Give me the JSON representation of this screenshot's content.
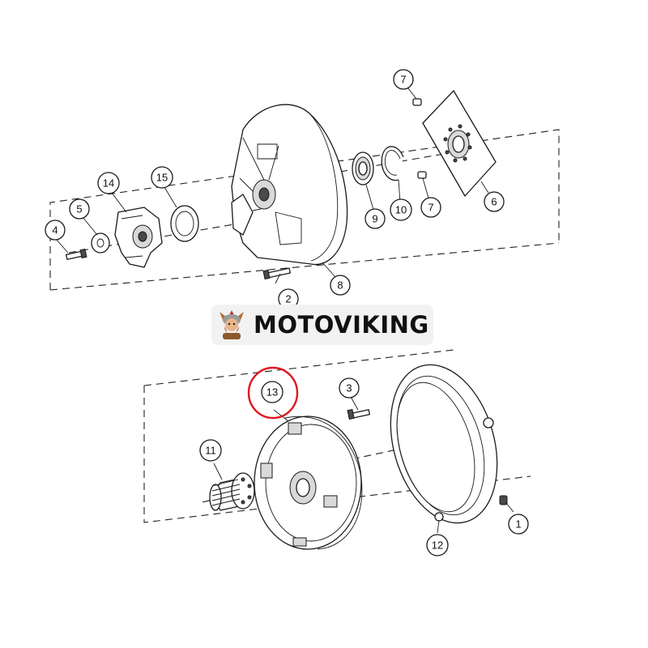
{
  "brand": {
    "name": "MOTOVIKING",
    "logo_icon": "viking-logo-icon"
  },
  "highlight_color": "#e0141e",
  "callouts": [
    {
      "id": "c1",
      "label": "1"
    },
    {
      "id": "c2",
      "label": "2"
    },
    {
      "id": "c3",
      "label": "3"
    },
    {
      "id": "c4",
      "label": "4"
    },
    {
      "id": "c5",
      "label": "5"
    },
    {
      "id": "c6",
      "label": "6"
    },
    {
      "id": "c7a",
      "label": "7"
    },
    {
      "id": "c7b",
      "label": "7"
    },
    {
      "id": "c8",
      "label": "8"
    },
    {
      "id": "c9",
      "label": "9"
    },
    {
      "id": "c10",
      "label": "10"
    },
    {
      "id": "c11",
      "label": "11"
    },
    {
      "id": "c12",
      "label": "12"
    },
    {
      "id": "c13",
      "label": "13",
      "highlighted": true
    },
    {
      "id": "c14",
      "label": "14"
    },
    {
      "id": "c15",
      "label": "15"
    }
  ]
}
